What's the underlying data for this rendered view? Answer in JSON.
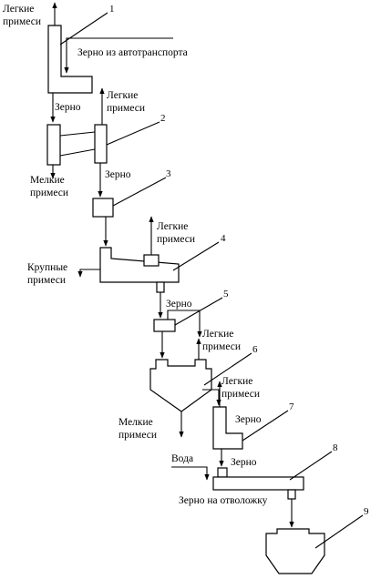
{
  "numbers": [
    "1",
    "2",
    "3",
    "4",
    "5",
    "6",
    "7",
    "8",
    "9"
  ],
  "labels": {
    "light_1a": "Легкие",
    "light_1b": "примеси",
    "grain_from_truck": "Зерно из автотранспорта",
    "grain_1": "Зерно",
    "light_2a": "Легкие",
    "light_2b": "примеси",
    "fine_2a": "Мелкие",
    "fine_2b": "примеси",
    "grain_2": "Зерно",
    "light_4a": "Легкие",
    "light_4b": "примеси",
    "coarse_4a": "Крупные",
    "coarse_4b": "примеси",
    "grain_4": "Зерно",
    "light_5a": "Легкие",
    "light_5b": "примеси",
    "light_6a": "Легкие",
    "light_6b": "примеси",
    "fine_6a": "Мелкие",
    "fine_6b": "примеси",
    "grain_6": "Зерно",
    "water": "Вода",
    "grain_7": "Зерно",
    "grain_to_tempering": "Зерно на отволожку"
  }
}
